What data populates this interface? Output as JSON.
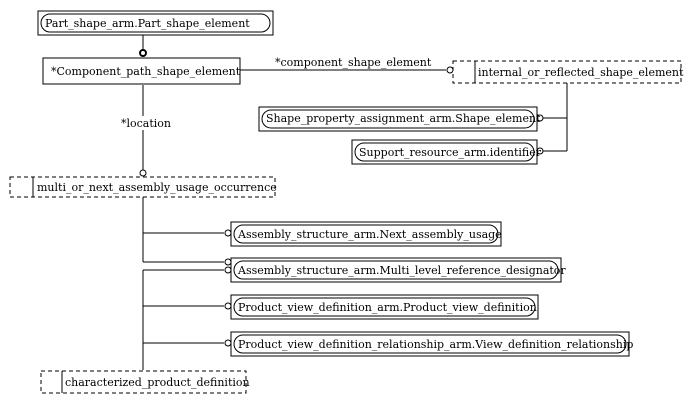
{
  "entities": {
    "part_shape_element": "Part_shape_arm.Part_shape_element",
    "component_path_shape_element": "*Component_path_shape_element",
    "internal_or_reflected_shape_element": "internal_or_reflected_shape_element",
    "shape_element": "Shape_property_assignment_arm.Shape_element",
    "identifier": "Support_resource_arm.identifier",
    "multi_or_next_assembly_usage_occurrence": "multi_or_next_assembly_usage_occurrence",
    "next_assembly_usage": "Assembly_structure_arm.Next_assembly_usage",
    "multi_level_reference_designator": "Assembly_structure_arm.Multi_level_reference_designator",
    "product_view_definition": "Product_view_definition_arm.Product_view_definition",
    "view_definition_relationship": "Product_view_definition_relationship_arm.View_definition_relationship",
    "characterized_product_definition": "characterized_product_definition"
  },
  "relations": {
    "component_shape_element": "*component_shape_element",
    "location": "*location"
  }
}
